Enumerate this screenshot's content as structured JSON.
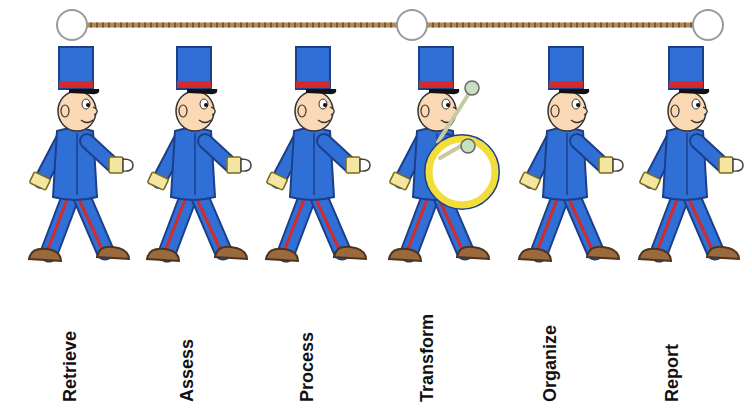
{
  "diagram": {
    "labels": [
      "Retrieve",
      "Assess",
      "Process",
      "Transform",
      "Organize",
      "Report"
    ]
  }
}
